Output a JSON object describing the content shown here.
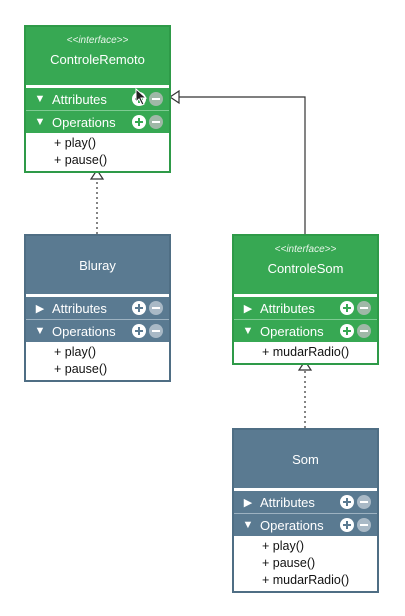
{
  "classes": {
    "controle_remoto": {
      "stereotype": "<<interface>>",
      "name": "ControleRemoto",
      "attributes_label": "Attributes",
      "operations_label": "Operations",
      "operations": [
        "+ play()",
        "+ pause()"
      ]
    },
    "bluray": {
      "name": "Bluray",
      "attributes_label": "Attributes",
      "operations_label": "Operations",
      "operations": [
        "+ play()",
        "+ pause()"
      ]
    },
    "controle_som": {
      "stereotype": "<<interface>>",
      "name": "ControleSom",
      "attributes_label": "Attributes",
      "operations_label": "Operations",
      "operations": [
        "+ mudarRadio()"
      ]
    },
    "som": {
      "name": "Som",
      "attributes_label": "Attributes",
      "operations_label": "Operations",
      "operations": [
        "+ play()",
        "+ pause()",
        "+ mudarRadio()"
      ]
    }
  },
  "relations": [
    {
      "from": "Bluray",
      "to": "ControleRemoto",
      "kind": "realization"
    },
    {
      "from": "ControleSom",
      "to": "ControleRemoto",
      "kind": "generalization"
    },
    {
      "from": "Som",
      "to": "ControleSom",
      "kind": "realization"
    }
  ],
  "colors": {
    "interface_header": "#37a853",
    "class_header": "#5a7a91",
    "connector": "#333333"
  }
}
